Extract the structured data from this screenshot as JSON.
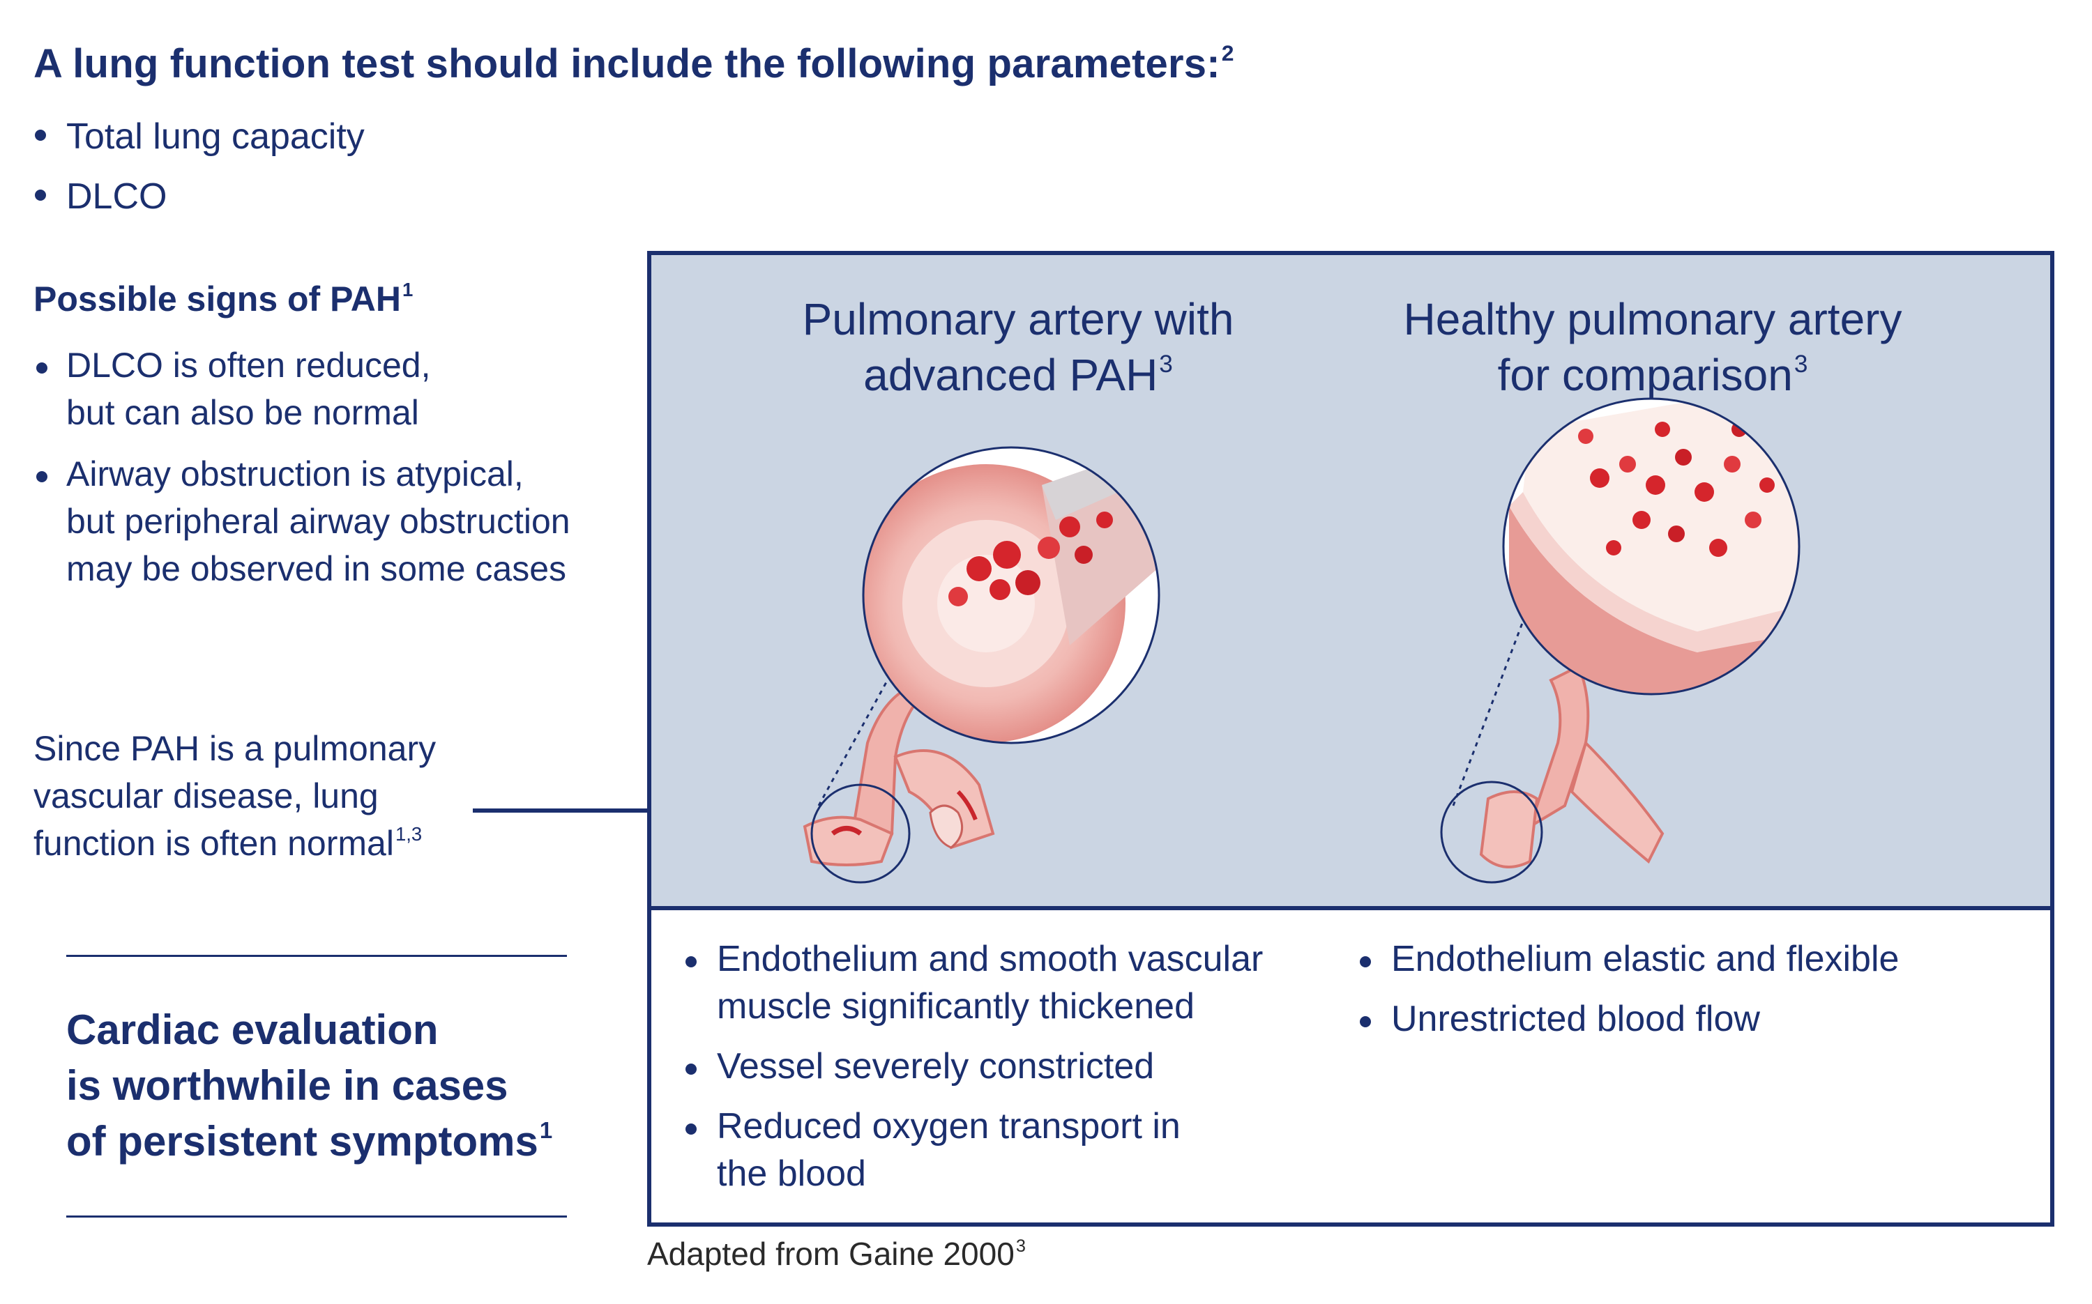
{
  "header": {
    "title": "A lung function test should include the following parameters:",
    "title_ref": "2",
    "parameters": [
      "Total lung capacity",
      "DLCO"
    ]
  },
  "signs": {
    "title": "Possible signs of PAH",
    "title_ref": "1",
    "items": [
      [
        "DLCO is often reduced,",
        "but can also be normal"
      ],
      [
        "Airway obstruction is atypical,",
        "but peripheral airway obstruction",
        "may be observed in some cases"
      ]
    ]
  },
  "note": {
    "lines": [
      "Since PAH is a pulmonary",
      "vascular disease, lung",
      "function is often normal"
    ],
    "ref": "1,3"
  },
  "cardiac": {
    "lines": [
      "Cardiac evaluation",
      "is worthwhile in cases",
      "of persistent symptoms"
    ],
    "ref": "1"
  },
  "panel": {
    "pah": {
      "heading_lines": [
        "Pulmonary artery with",
        "advanced PAH"
      ],
      "heading_ref": "3",
      "bullets": [
        [
          "Endothelium and smooth vascular",
          "muscle significantly thickened"
        ],
        [
          "Vessel severely constricted"
        ],
        [
          "Reduced oxygen transport in",
          "the blood"
        ]
      ]
    },
    "healthy": {
      "heading_lines": [
        "Healthy pulmonary artery",
        "for comparison"
      ],
      "heading_ref": "3",
      "bullets": [
        [
          "Endothelium elastic and flexible"
        ],
        [
          "Unrestricted blood flow"
        ]
      ]
    }
  },
  "source": {
    "text": "Adapted from Gaine 2000",
    "ref": "3"
  },
  "colors": {
    "navy": "#1b2f6e",
    "panel_bg": "#cbd5e3",
    "vessel_wall": "#e9a3a0",
    "blood_red": "#d5252c"
  }
}
